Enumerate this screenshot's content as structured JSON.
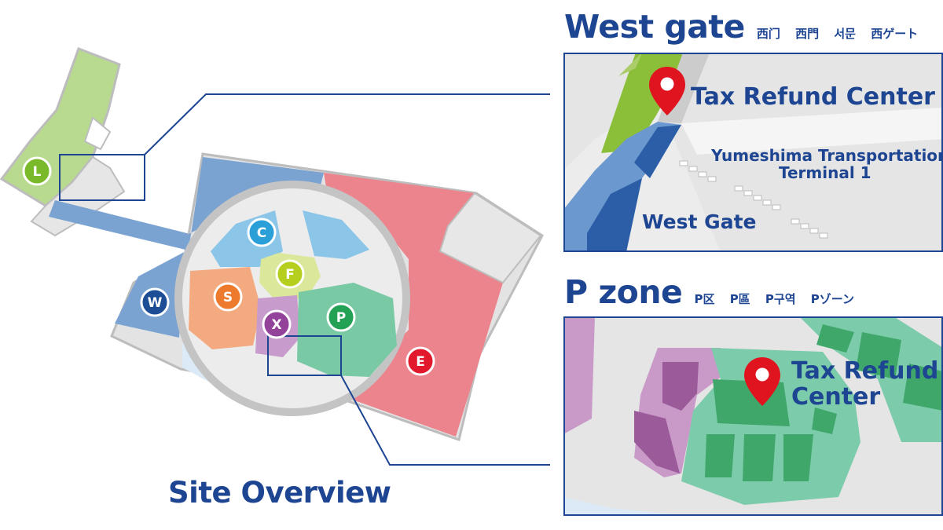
{
  "overview": {
    "title": "Site Overview",
    "zones": [
      {
        "id": "L",
        "color": "#7ab929"
      },
      {
        "id": "C",
        "color": "#2b9fd8"
      },
      {
        "id": "F",
        "color": "#b6cf1f"
      },
      {
        "id": "W",
        "color": "#1d4e95"
      },
      {
        "id": "S",
        "color": "#ed7a2d"
      },
      {
        "id": "X",
        "color": "#94439a"
      },
      {
        "id": "P",
        "color": "#23a154"
      },
      {
        "id": "E",
        "color": "#e2192c"
      }
    ]
  },
  "west_gate": {
    "heading": "West gate",
    "translations": [
      "西门",
      "西門",
      "서문",
      "西ゲート"
    ],
    "pin_label": "Tax Refund Center",
    "terminal_label_line1": "Yumeshima Transportation",
    "terminal_label_line2": "Terminal 1",
    "gate_label": "West Gate"
  },
  "p_zone": {
    "heading": "P zone",
    "translations": [
      "P区",
      "P區",
      "P구역",
      "Pゾーン"
    ],
    "pin_label_line1": "Tax Refund",
    "pin_label_line2": "Center"
  },
  "colors": {
    "brand_blue": "#1d4592",
    "pin_red": "#e0141e"
  }
}
